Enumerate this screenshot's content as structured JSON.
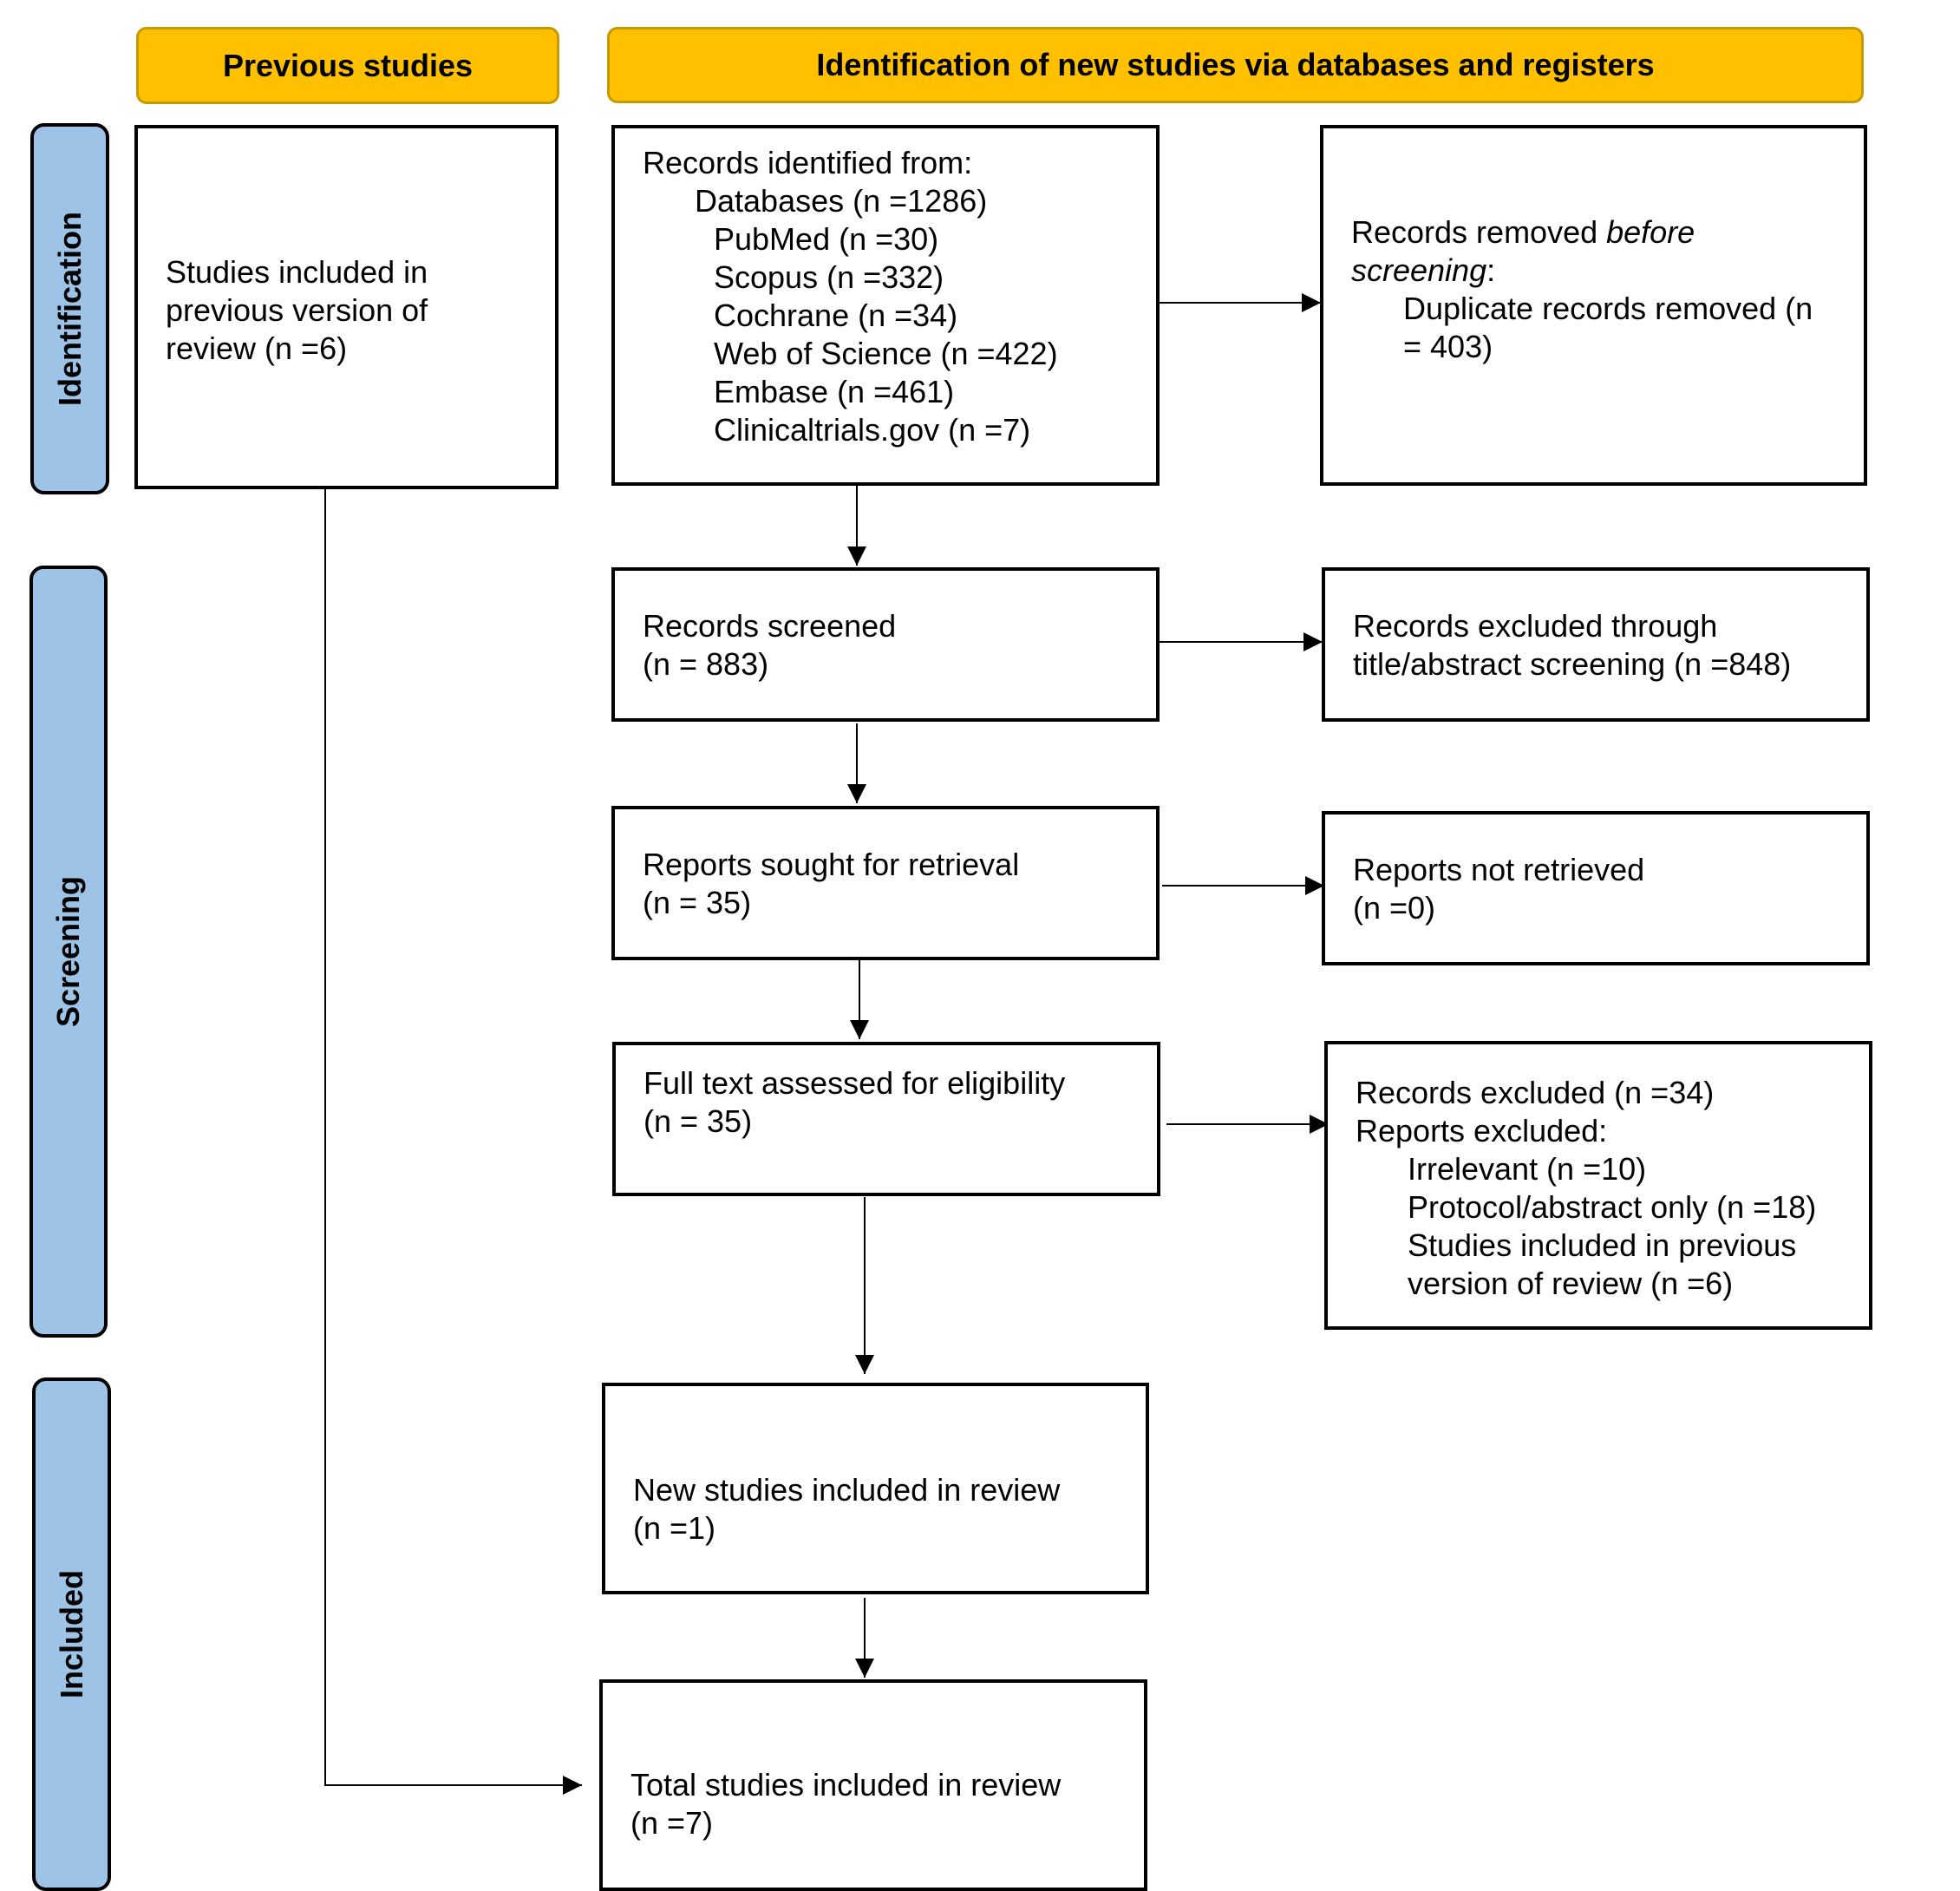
{
  "headers": {
    "previous": "Previous studies",
    "new": "Identification of new studies via databases and registers"
  },
  "phases": {
    "identification": "Identification",
    "screening": "Screening",
    "included": "Included"
  },
  "previous_box": {
    "lines": [
      "Studies included in",
      "previous version of",
      "review (n =6)"
    ]
  },
  "records_identified": {
    "title": "Records identified from:",
    "databases": "Databases (n =1286)",
    "sources": [
      "PubMed (n =30)",
      "Scopus (n =332)",
      "Cochrane (n =34)",
      "Web of Science (n =422)",
      "Embase (n =461)",
      "Clinicaltrials.gov (n =7)"
    ]
  },
  "records_removed": {
    "prefix": "Records removed ",
    "italic1": "before",
    "italic2": "screening",
    "suffix": ":",
    "line3": "Duplicate records removed (n",
    "line4": "= 403)"
  },
  "records_screened": {
    "line1": "Records screened",
    "line2": "(n = 883)"
  },
  "records_excluded": {
    "line1": "Records excluded through",
    "line2": "title/abstract screening (n =848)"
  },
  "reports_sought": {
    "line1": "Reports sought for retrieval",
    "line2": "(n = 35)"
  },
  "reports_not_retrieved": {
    "line1": "Reports not retrieved",
    "line2": "(n =0)"
  },
  "full_text": {
    "line1": "Full text assessed for eligibility",
    "line2": "(n = 35)"
  },
  "excluded_detail": {
    "line1": "Records excluded (n =34)",
    "line2": "Reports excluded:",
    "items": [
      "Irrelevant (n =10)",
      "Protocol/abstract only (n =18)",
      "Studies included in previous",
      "version of review (n =6)"
    ]
  },
  "new_included": {
    "line1": "New studies included in review",
    "line2": "(n =1)"
  },
  "total_included": {
    "line1": "Total studies included in review",
    "line2": "(n =7)"
  }
}
